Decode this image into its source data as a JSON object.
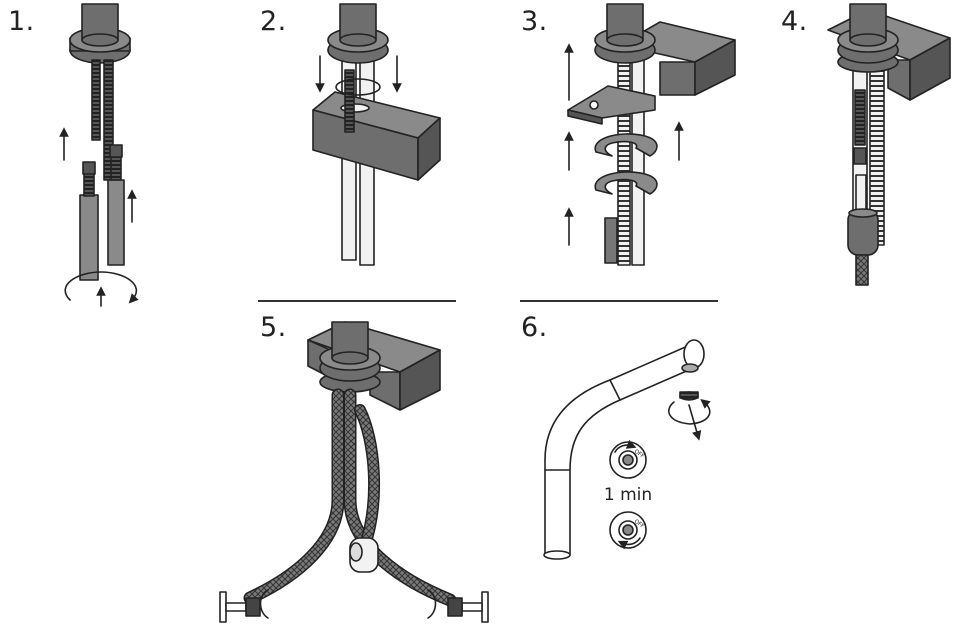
{
  "steps": [
    {
      "number": "1."
    },
    {
      "number": "2."
    },
    {
      "number": "3."
    },
    {
      "number": "4."
    },
    {
      "number": "5."
    },
    {
      "number": "6."
    }
  ],
  "step6": {
    "flush_duration": "1 min",
    "knob_off_label": "OFF"
  },
  "colors": {
    "outline": "#222222",
    "dark_fill": "#6e6e6e",
    "mid_fill": "#8a8a8a",
    "light_fill": "#e8e8e8",
    "thread": "#444444"
  }
}
